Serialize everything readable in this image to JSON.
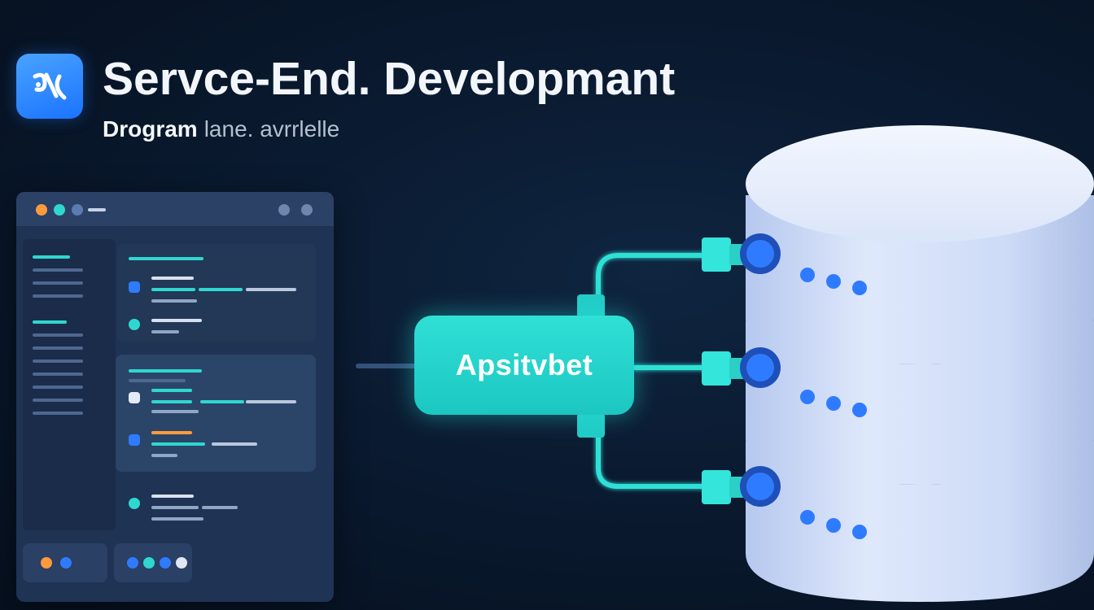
{
  "header": {
    "logo_icon": "code-glyph-icon",
    "title": "Servce-End. Developmant",
    "subtitle_strong": "Drogram",
    "subtitle_light": "lane. avrrlelle"
  },
  "connector": {
    "label": "Apsitvbet"
  },
  "colors": {
    "accent_teal": "#22d3cc",
    "brand_blue": "#1f7bff",
    "background": "#0a1a30",
    "database": "#dbe6fb"
  }
}
